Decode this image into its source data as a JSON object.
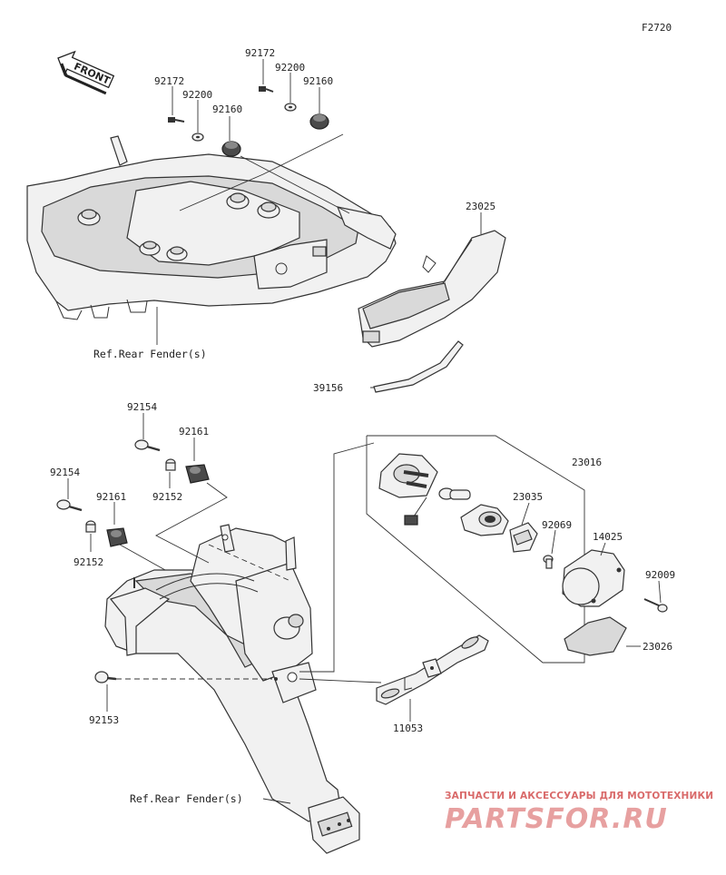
{
  "figure_code": "F2720",
  "front_label": "FRONT",
  "callouts": {
    "c92172a": "92172",
    "c92200a": "92200",
    "c92160a": "92160",
    "c92172b": "92172",
    "c92200b": "92200",
    "c92160b": "92160",
    "c23025": "23025",
    "c39156": "39156",
    "c92154a": "92154",
    "c92161a": "92161",
    "c92152a": "92152",
    "c92154b": "92154",
    "c92161b": "92161",
    "c92152b": "92152",
    "c92153": "92153",
    "c23016": "23016",
    "c23035": "23035",
    "c92069": "92069",
    "c14025": "14025",
    "c92009": "92009",
    "c23026": "23026",
    "c11053": "11053"
  },
  "references": {
    "top": "Ref.Rear Fender(s)",
    "bottom": "Ref.Rear Fender(s)"
  },
  "watermark": {
    "tagline": "ЗАПЧАСТИ И АКСЕССУАРЫ ДЛЯ МОТОТЕХНИКИ",
    "brand": "PARTSFOR.RU"
  }
}
